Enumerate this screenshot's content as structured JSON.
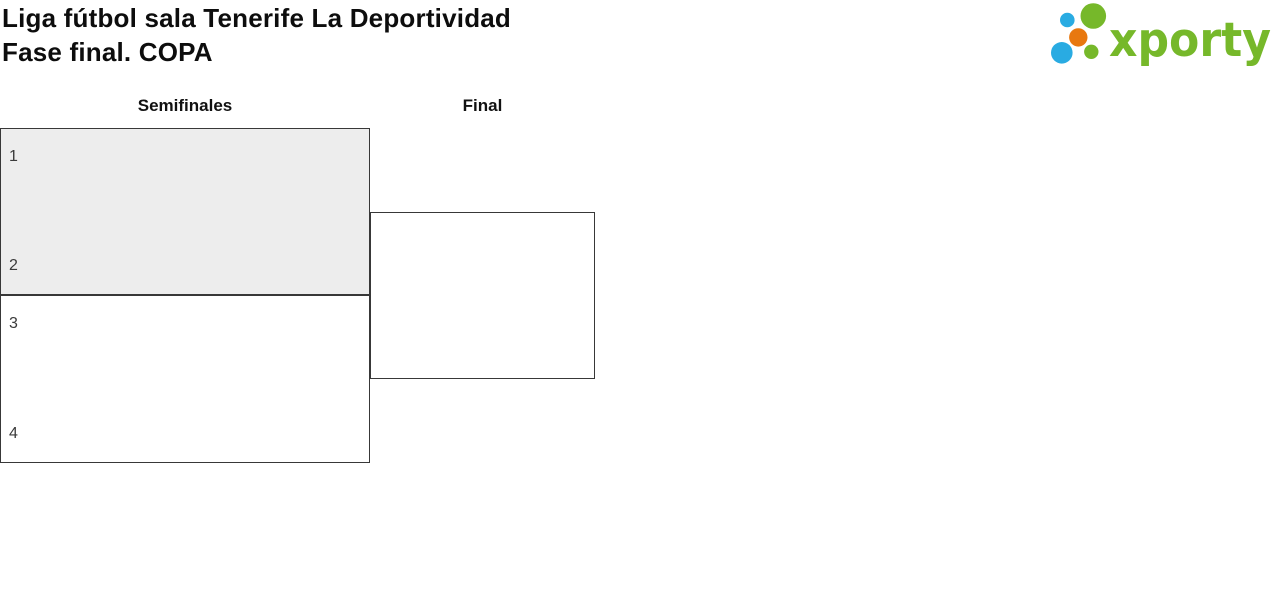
{
  "header": {
    "title_line1": "Liga fútbol sala Tenerife La Deportividad",
    "title_line2": "Fase final. COPA"
  },
  "logo": {
    "brand": "xporty",
    "green": "#76b82a",
    "blue": "#29abe2",
    "orange": "#e8780f"
  },
  "bracket": {
    "rounds": [
      {
        "label": "Semifinales",
        "matches": [
          {
            "slots": [
              "1",
              "2"
            ]
          },
          {
            "slots": [
              "3",
              "4"
            ]
          }
        ]
      },
      {
        "label": "Final",
        "matches": [
          {
            "slots": [
              "",
              ""
            ]
          }
        ]
      }
    ],
    "colors": {
      "highlight_bg": "#ededed",
      "box_bg": "#ffffff",
      "border": "#383838",
      "seed_text": "#3a3a3a"
    }
  }
}
